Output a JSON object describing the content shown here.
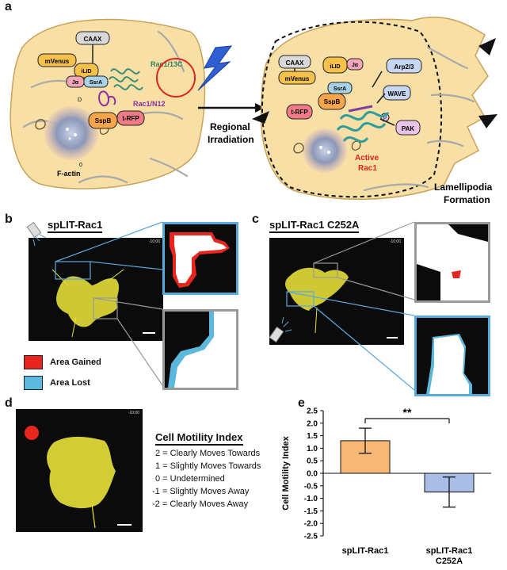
{
  "panels": {
    "a": "a",
    "b": "b",
    "c": "c",
    "d": "d",
    "e": "e"
  },
  "schematic": {
    "left_cell": {
      "tags": [
        "CAAX",
        "mVenus",
        "iLID",
        "Jα",
        "SsrA",
        "SspB",
        "t-RFP"
      ],
      "rac_wt": "Rac1/13C",
      "rac_mut": "Rac1/N12",
      "factin": "F-actin",
      "nuc_a": "D",
      "nuc_b": "0"
    },
    "arrow_label_1": "Regional",
    "arrow_label_2": "Irradiation",
    "right_cell": {
      "tags": [
        "CAAX",
        "mVenus",
        "iLID",
        "Jα",
        "SsrA",
        "SspB",
        "t-RFP",
        "Arp2/3",
        "WAVE",
        "PAK"
      ],
      "active_1": "Active",
      "active_2": "Rac1",
      "phos": "P"
    },
    "lam_1": "Lamellipodia",
    "lam_2": "Formation"
  },
  "panel_b": {
    "title": "spLIT-Rac1",
    "timestamp": "-10:00"
  },
  "panel_c": {
    "title": "spLIT-Rac1 C252A",
    "timestamp": "-10:00"
  },
  "legend": [
    {
      "label": "Area Gained",
      "color": "#e8261f"
    },
    {
      "label": "Area Lost",
      "color": "#5db8dd"
    }
  ],
  "panel_d": {
    "timestamp": "-10:00",
    "index_title": "Cell Motility Index",
    "index_items": [
      "2 = Clearly Moves Towards",
      "1 = Slightly Moves Towards",
      "0 = Undetermined",
      "-1 = Slightly Moves Away",
      "-2 = Clearly Moves Away"
    ]
  },
  "chart_data": {
    "type": "bar",
    "categories": [
      "spLIT-Rac1",
      "spLIT-Rac1 C252A"
    ],
    "category_lines": [
      [
        "spLIT-Rac1"
      ],
      [
        "spLIT-Rac1",
        "C252A"
      ]
    ],
    "values": [
      1.3,
      -0.75
    ],
    "errors": [
      0.5,
      0.6
    ],
    "colors": [
      "#f7b876",
      "#a9bde6"
    ],
    "ylabel": "Cell Motility Index",
    "ylim": [
      -2.5,
      2.5
    ],
    "yticks": [
      "2.5",
      "2.0",
      "1.5",
      "1.0",
      "0.5",
      "0.0",
      "-0.5",
      "-1.0",
      "-1.5",
      "-2.0",
      "-2.5"
    ],
    "significance": "**"
  },
  "colors": {
    "cell_fill": "#f7dfa6",
    "cell_stroke": "#c9a35a",
    "yellow_cell": "#e8e23a",
    "blue_frame": "#5aa9dc",
    "gray_frame": "#9a9a9a"
  }
}
